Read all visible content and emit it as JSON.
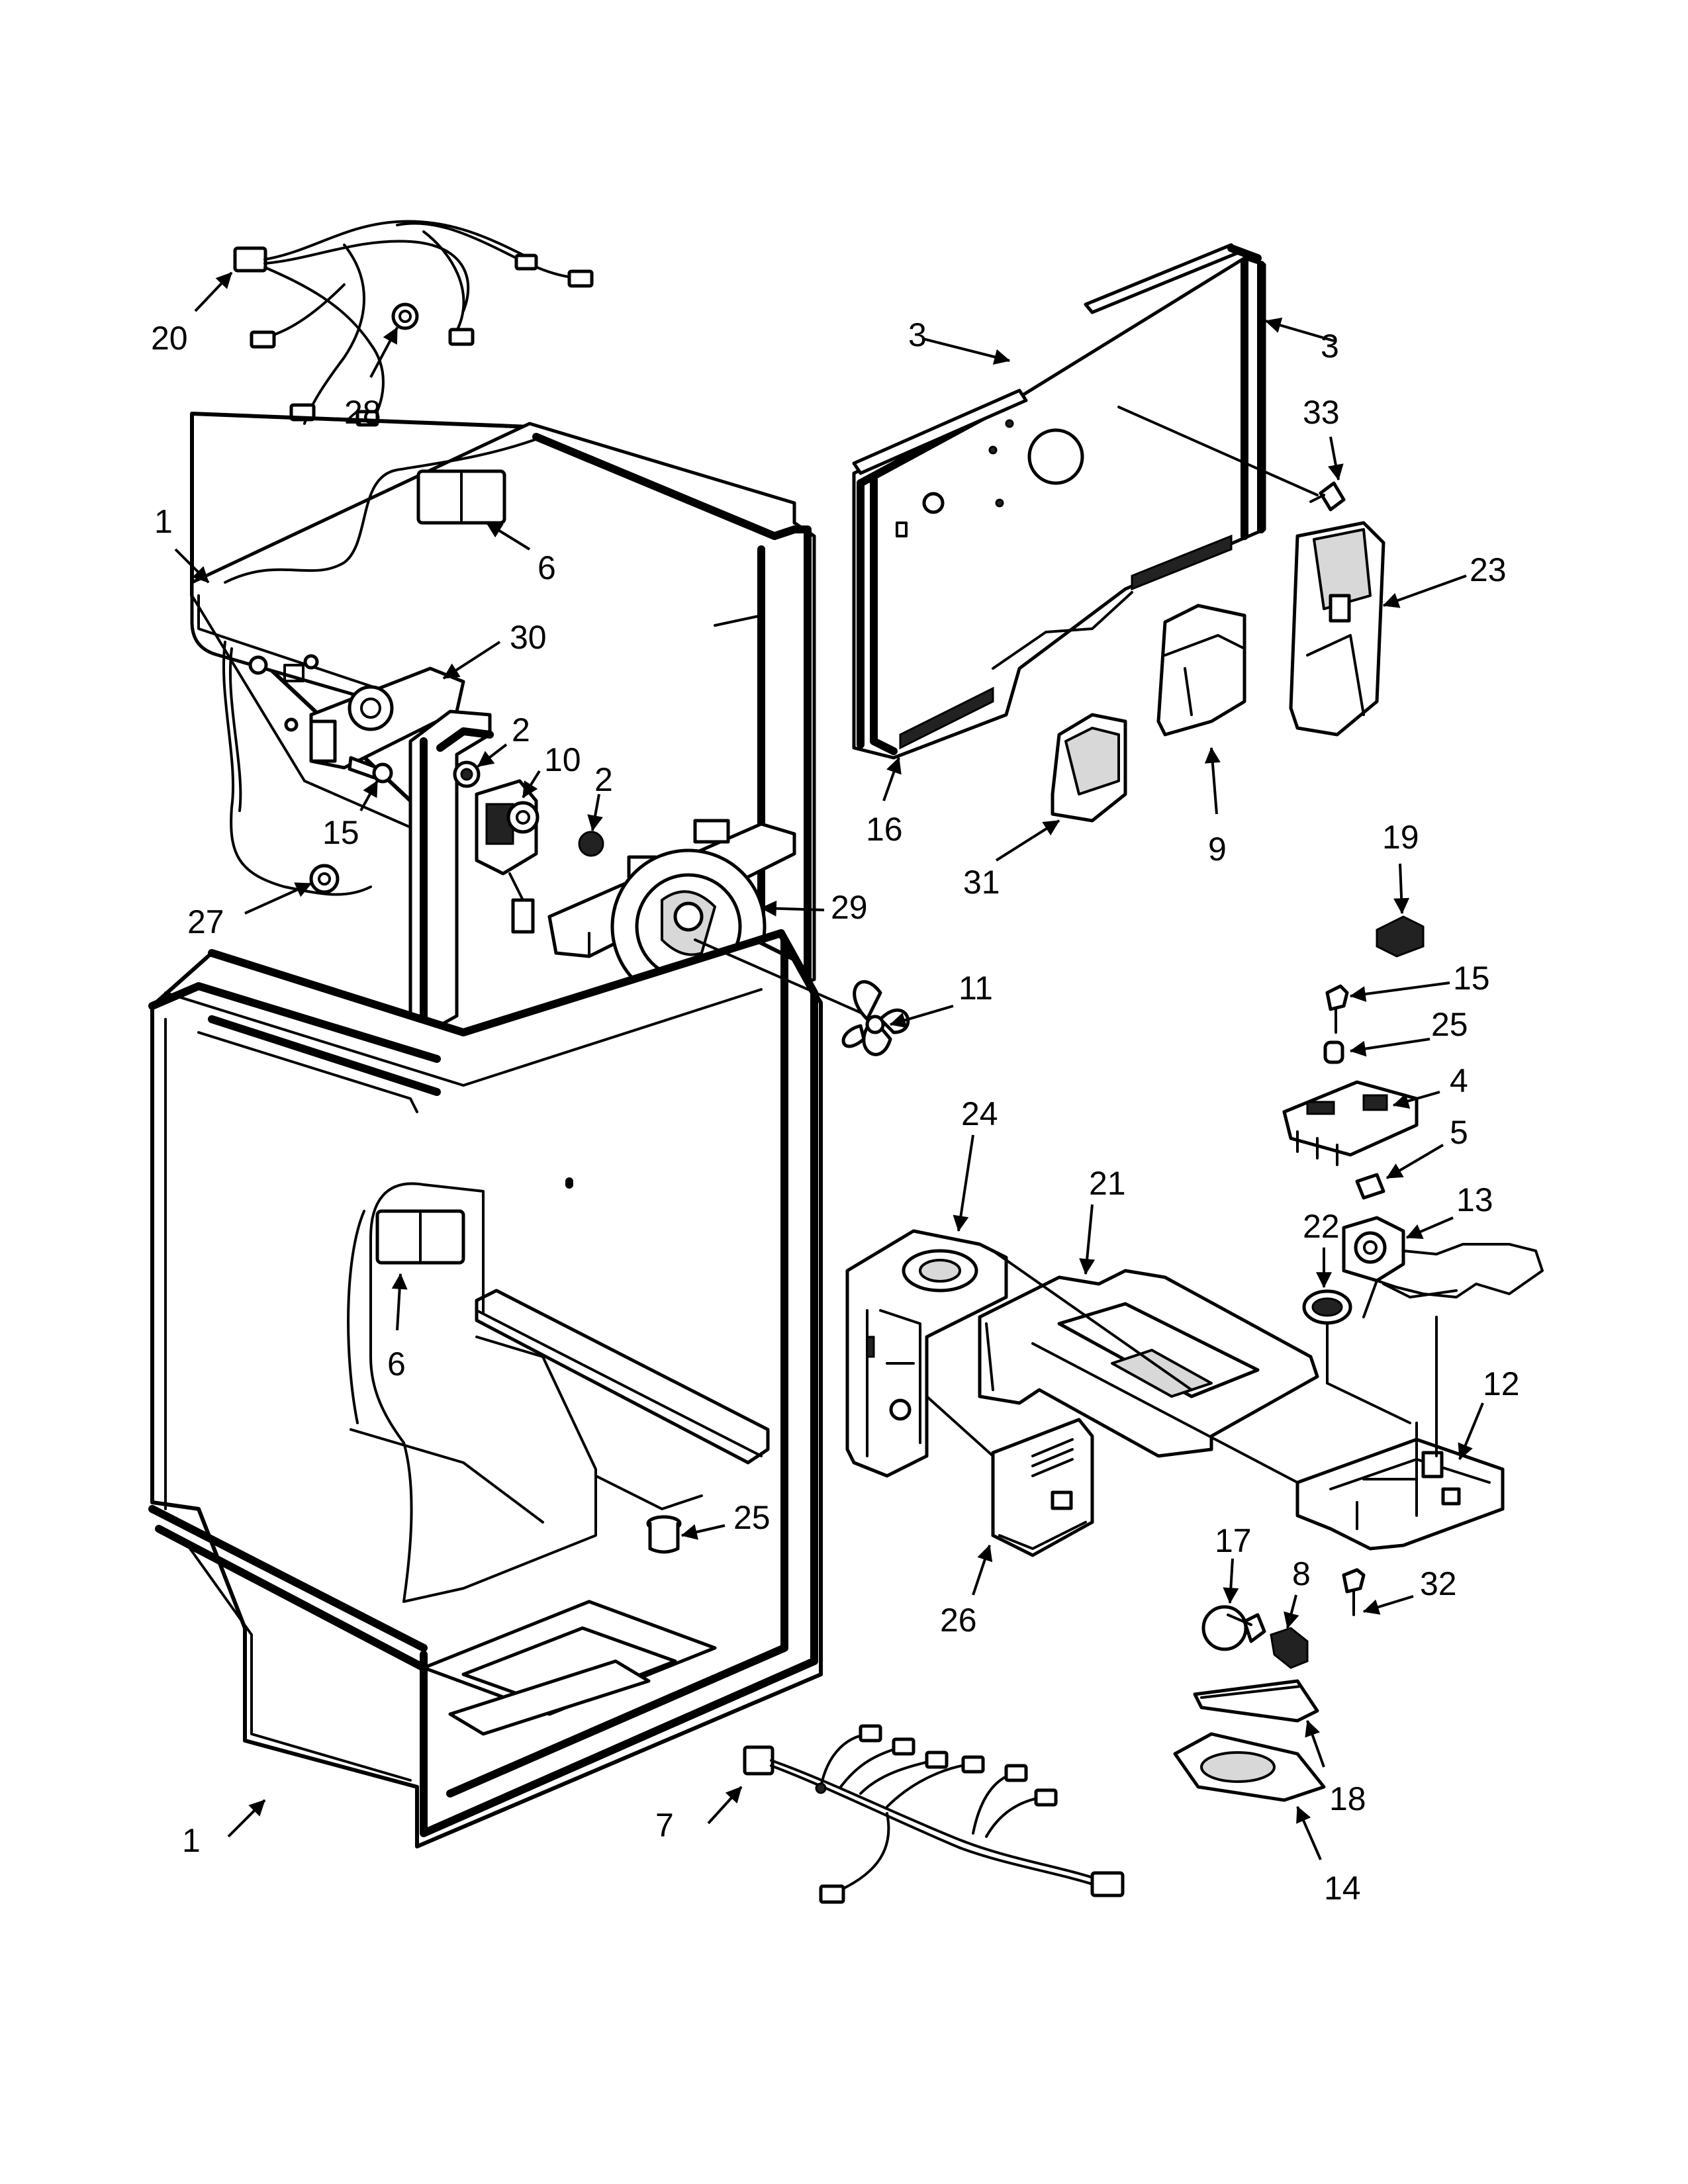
{
  "diagram": {
    "callouts": [
      {
        "id": "c20a",
        "text": "20"
      },
      {
        "id": "c28",
        "text": "28"
      },
      {
        "id": "c1a",
        "text": "1"
      },
      {
        "id": "c6a",
        "text": "6"
      },
      {
        "id": "c30",
        "text": "30"
      },
      {
        "id": "c2a",
        "text": "2"
      },
      {
        "id": "c10",
        "text": "10"
      },
      {
        "id": "c2b",
        "text": "2"
      },
      {
        "id": "c15a",
        "text": "15"
      },
      {
        "id": "c27",
        "text": "27"
      },
      {
        "id": "c29",
        "text": "29"
      },
      {
        "id": "c11",
        "text": "11"
      },
      {
        "id": "c3a",
        "text": "3"
      },
      {
        "id": "c3b",
        "text": "3"
      },
      {
        "id": "c33",
        "text": "33"
      },
      {
        "id": "c23",
        "text": "23"
      },
      {
        "id": "c16",
        "text": "16"
      },
      {
        "id": "c31",
        "text": "31"
      },
      {
        "id": "c9",
        "text": "9"
      },
      {
        "id": "c19",
        "text": "19"
      },
      {
        "id": "c15b",
        "text": "15"
      },
      {
        "id": "c25a",
        "text": "25"
      },
      {
        "id": "c4",
        "text": "4"
      },
      {
        "id": "c5",
        "text": "5"
      },
      {
        "id": "c24",
        "text": "24"
      },
      {
        "id": "c21",
        "text": "21"
      },
      {
        "id": "c22",
        "text": "22"
      },
      {
        "id": "c13",
        "text": "13"
      },
      {
        "id": "c12",
        "text": "12"
      },
      {
        "id": "c6b",
        "text": "6"
      },
      {
        "id": "c25b",
        "text": "25"
      },
      {
        "id": "c17",
        "text": "17"
      },
      {
        "id": "c8",
        "text": "8"
      },
      {
        "id": "c32",
        "text": "32"
      },
      {
        "id": "c26",
        "text": "26"
      },
      {
        "id": "c18",
        "text": "18"
      },
      {
        "id": "c14",
        "text": "14"
      },
      {
        "id": "c7",
        "text": "7"
      },
      {
        "id": "c1b",
        "text": "1"
      }
    ]
  }
}
